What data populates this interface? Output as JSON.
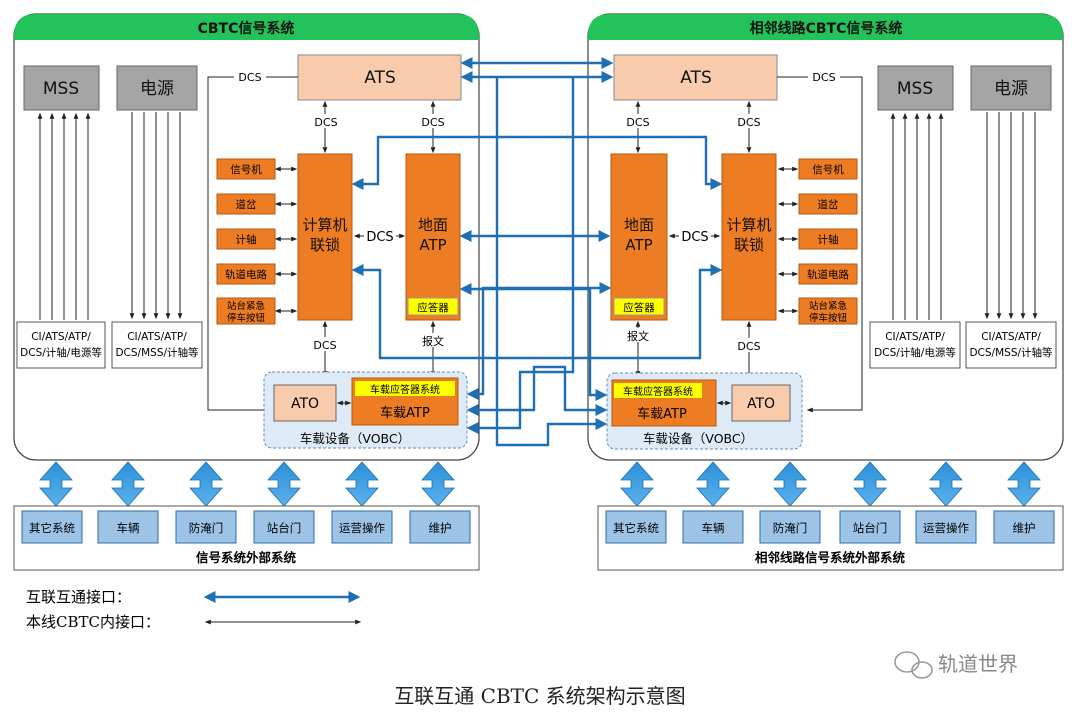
{
  "left_system": {
    "title": "CBTC信号系统",
    "mss": "MSS",
    "power": "电源",
    "mss_note_1": "CI/ATS/ATP/",
    "mss_note_2": "DCS/计轴/电源等",
    "power_note_1": "CI/ATS/ATP/",
    "power_note_2": "DCS/MSS/计轴等",
    "ats": "ATS",
    "dcs": "DCS",
    "interlocking_1": "计算机",
    "interlocking_2": "联锁",
    "ground_atp_1": "地面",
    "ground_atp_2": "ATP",
    "transponder": "应答器",
    "telegram": "报文",
    "field_devices": [
      "信号机",
      "道岔",
      "计轴",
      "轨道电路"
    ],
    "esb_1": "站台紧急",
    "esb_2": "停车按钮",
    "ato": "ATO",
    "onboard_transponder": "车载应答器系统",
    "onboard_atp": "车载ATP",
    "vobc": "车载设备（VOBC）"
  },
  "right_system": {
    "title": "相邻线路CBTC信号系统",
    "mss": "MSS",
    "power": "电源",
    "mss_note_1": "CI/ATS/ATP/",
    "mss_note_2": "DCS/计轴/电源等",
    "power_note_1": "CI/ATS/ATP/",
    "power_note_2": "DCS/MSS/计轴等",
    "ats": "ATS",
    "dcs": "DCS",
    "interlocking_1": "计算机",
    "interlocking_2": "联锁",
    "ground_atp_1": "地面",
    "ground_atp_2": "ATP",
    "transponder": "应答器",
    "telegram": "报文",
    "field_devices": [
      "信号机",
      "道岔",
      "计轴",
      "轨道电路"
    ],
    "esb_1": "站台紧急",
    "esb_2": "停车按钮",
    "ato": "ATO",
    "onboard_transponder": "车载应答器系统",
    "onboard_atp": "车载ATP",
    "vobc": "车载设备（VOBC）"
  },
  "left_external": {
    "items": [
      "其它系统",
      "车辆",
      "防淹门",
      "站台门",
      "运营操作",
      "维护"
    ],
    "title": "信号系统外部系统"
  },
  "right_external": {
    "items": [
      "其它系统",
      "车辆",
      "防淹门",
      "站台门",
      "运营操作",
      "维护"
    ],
    "title": "相邻线路信号系统外部系统"
  },
  "legend": {
    "interop": "互联互通接口：",
    "internal": "本线CBTC内接口："
  },
  "watermark": "轨道世界",
  "caption": "互联互通 CBTC 系统架构示意图",
  "colors": {
    "header_green": "#22c35a",
    "orange": "#ee7c22",
    "ats_fill": "#f8cbad",
    "grey_box": "#a5a5a5",
    "light_blue": "#9dc3e6",
    "vobc_bg": "#deebf7",
    "yellow": "#ffff00",
    "blue_line": "#1f77b4"
  }
}
